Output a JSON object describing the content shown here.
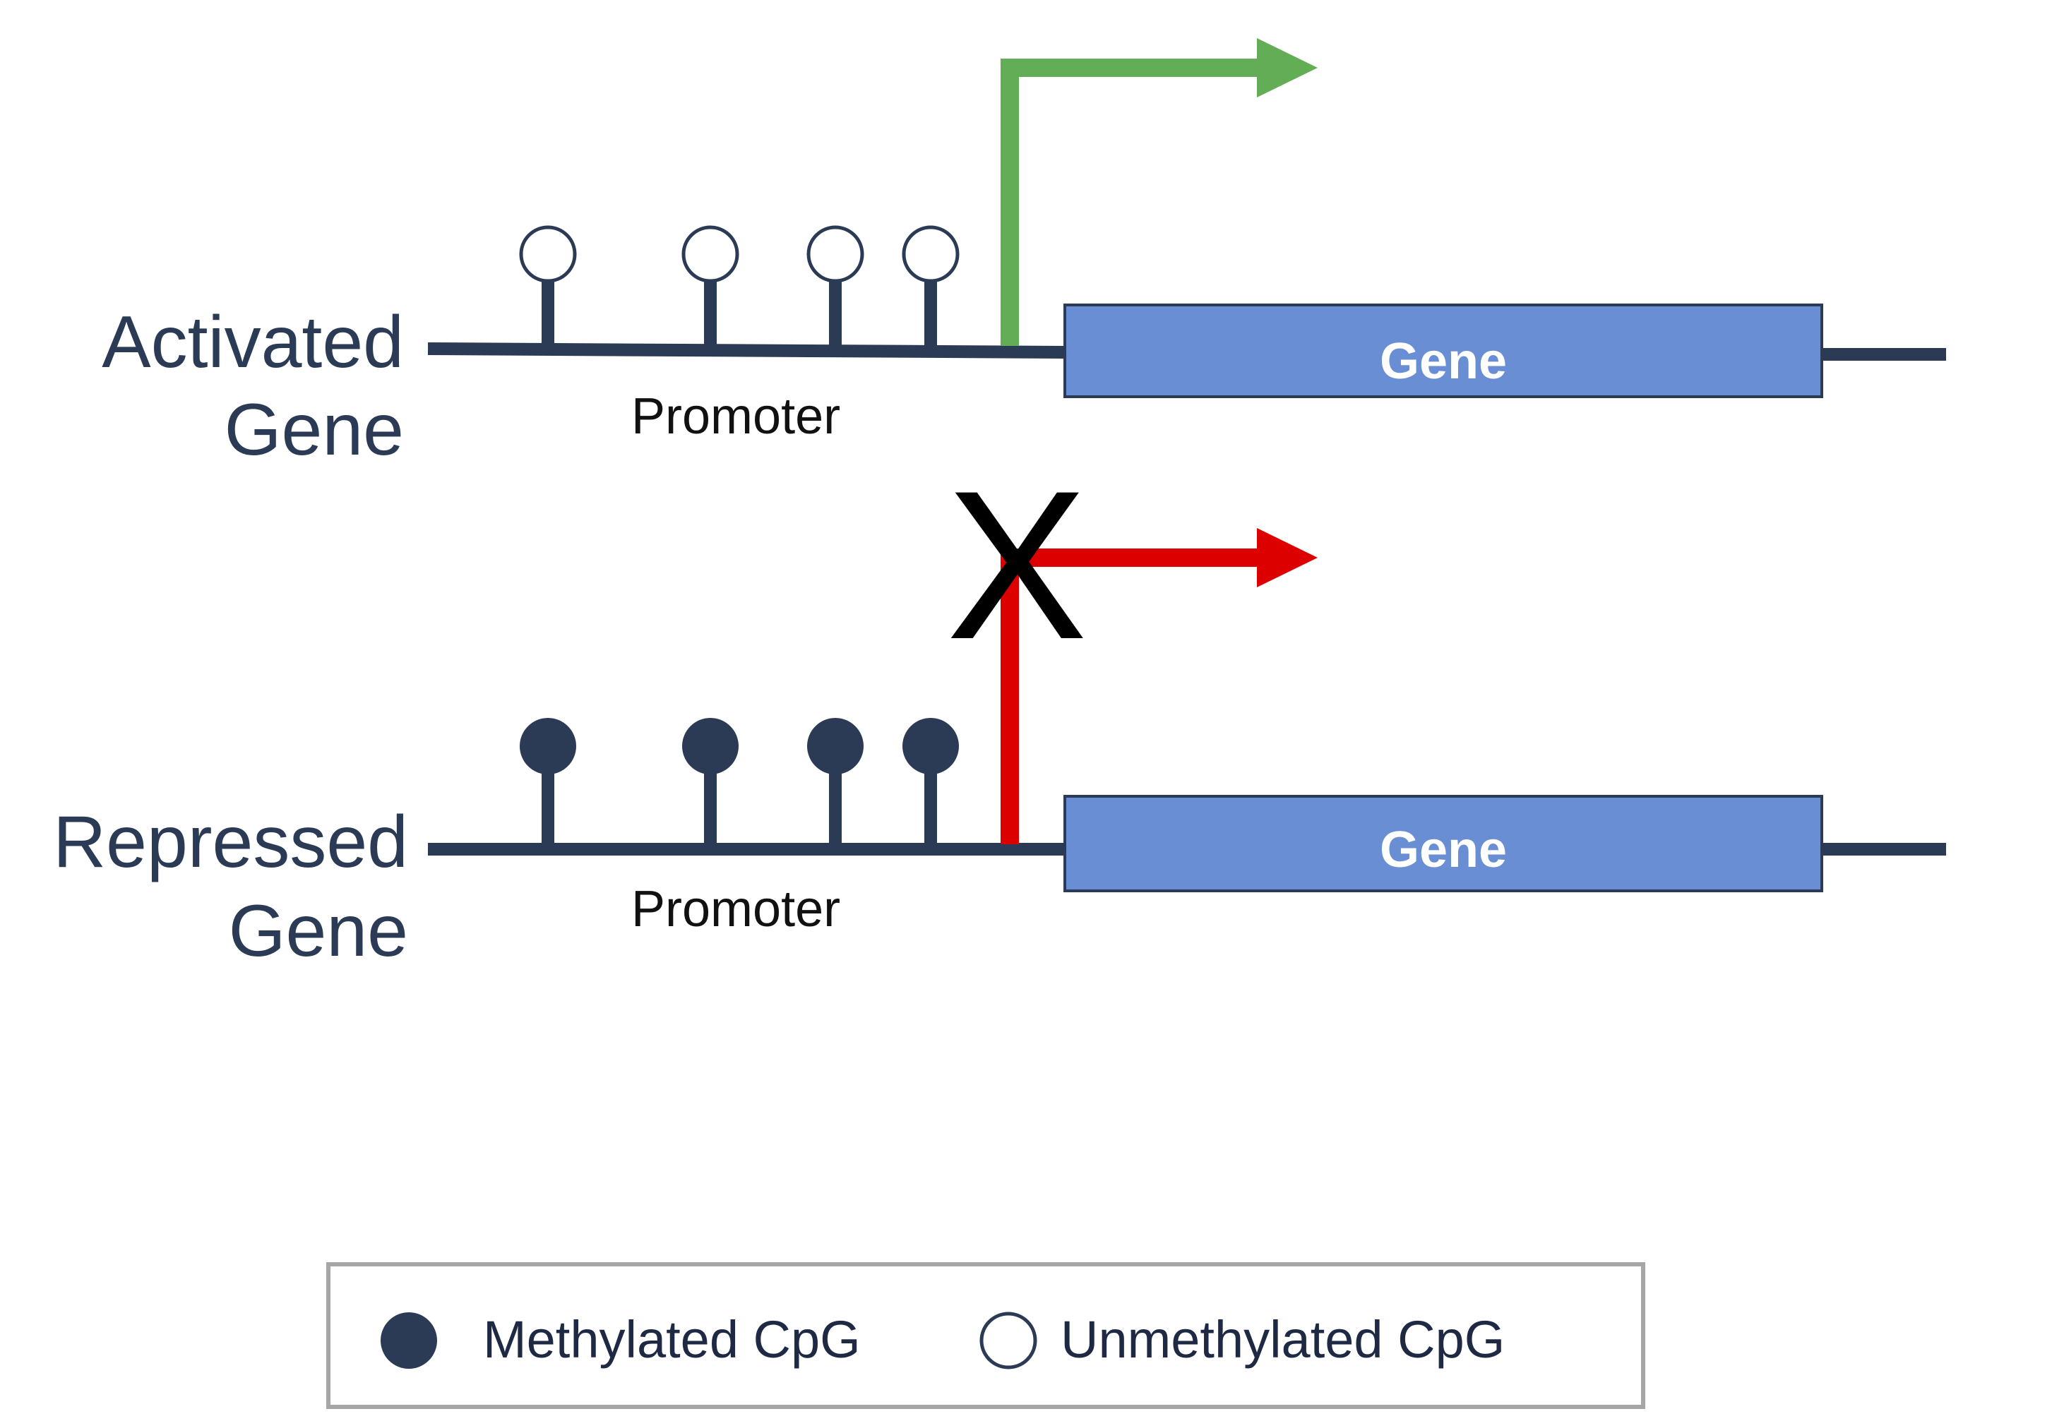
{
  "colors": {
    "dna": "#2b3a55",
    "gene_fill": "#6a8ed4",
    "gene_stroke": "#2b3a55",
    "active_arrow": "#63ad56",
    "blocked_arrow": "#dd0000",
    "methylated": "#2b3a55",
    "unmethylated": "#ffffff",
    "legend_border": "#a6a6a6"
  },
  "rows": [
    {
      "label_line1": "Activated",
      "label_line2": "Gene",
      "promoter_label": "Promoter",
      "gene_label": "Gene",
      "cpg_state": "unmethylated",
      "cpg_count": 4,
      "transcription": "active"
    },
    {
      "label_line1": "Repressed",
      "label_line2": "Gene",
      "promoter_label": "Promoter",
      "gene_label": "Gene",
      "cpg_state": "methylated",
      "cpg_count": 4,
      "transcription": "blocked",
      "block_symbol": "X"
    }
  ],
  "legend": {
    "methylated_label": "Methylated CpG",
    "unmethylated_label": "Unmethylated CpG"
  }
}
